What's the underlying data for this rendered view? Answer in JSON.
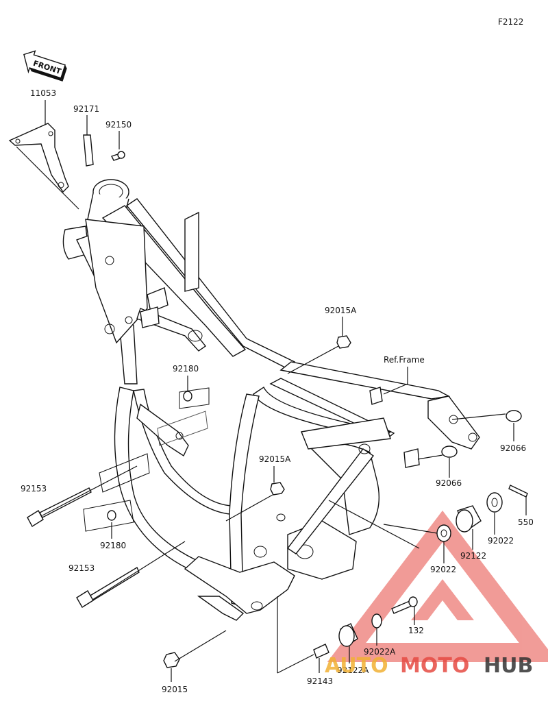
{
  "diagram": {
    "figure_code": "F2122",
    "front_label": "FRONT",
    "ref_frame_label": "Ref.Frame",
    "parts": [
      {
        "id": "11053"
      },
      {
        "id": "92171"
      },
      {
        "id": "92150"
      },
      {
        "id": "92015A"
      },
      {
        "id": "92180"
      },
      {
        "id": "92015A"
      },
      {
        "id": "92153"
      },
      {
        "id": "92180"
      },
      {
        "id": "92153"
      },
      {
        "id": "92066"
      },
      {
        "id": "92066"
      },
      {
        "id": "550"
      },
      {
        "id": "92022"
      },
      {
        "id": "92122"
      },
      {
        "id": "92022"
      },
      {
        "id": "132"
      },
      {
        "id": "92022A"
      },
      {
        "id": "92122A"
      },
      {
        "id": "92143"
      },
      {
        "id": "92015"
      }
    ]
  },
  "watermark": {
    "text_auto": "AUTO",
    "text_moto": "MOTO",
    "text_hub": "HUB",
    "color_red": "#e64b43",
    "color_gold": "#f2b134",
    "color_dark": "#333333"
  }
}
